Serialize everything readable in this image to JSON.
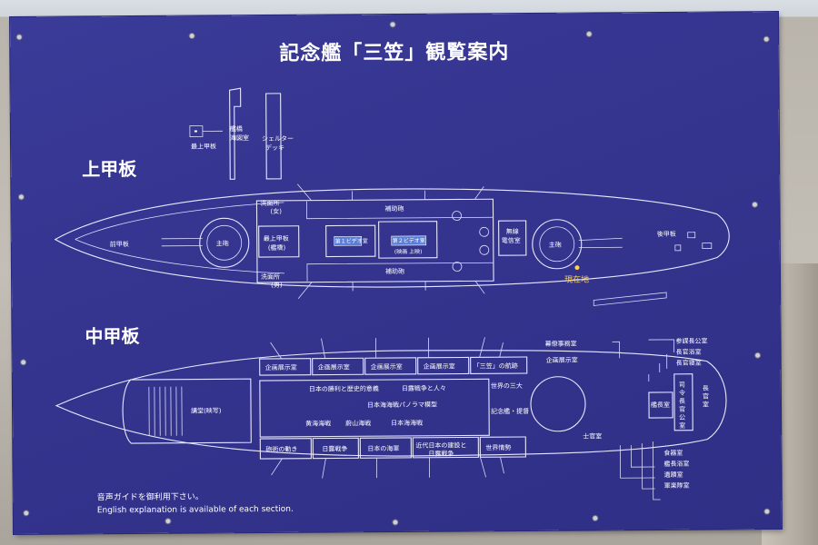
{
  "board": {
    "title": "記念艦「三笠」観覧案内",
    "upper_deck": "上甲板",
    "middle_deck": "中甲板",
    "audio_guide": "音声ガイドを御利用下さい。",
    "english_note": "English explanation is available of each section."
  },
  "upper_labels": {
    "top_deck": "最上甲板",
    "bridge_chart": [
      "艦橋",
      "海図室"
    ],
    "shelter_deck": [
      "シェルター",
      "デッキ"
    ],
    "fore_deck": "前甲板",
    "main_gun_fore": "主砲",
    "main_gun_aft": "主砲",
    "washroom_f": [
      "洗面所",
      "(女)"
    ],
    "washroom_m": [
      "洗面所",
      "(男)"
    ],
    "top_deck_bridge": [
      "最上甲板",
      "(艦橋)"
    ],
    "secondary_top": "補助砲",
    "secondary_bottom": "補助砲",
    "video_room1": "第１ビデオ室",
    "video_room2": [
      "第２ビデオ室",
      "(映画 上映)"
    ],
    "radio_room": [
      "無線",
      "電信室"
    ],
    "aft_deck": "後甲板",
    "current_location": "現在地"
  },
  "middle_labels": {
    "top_row": [
      "企画展示室",
      "企画展示室",
      "企画展示室",
      "企画展示室",
      "「三笠」の航跡"
    ],
    "lecture_room": "講堂(映写)",
    "victory_history": "日本の勝利と歴史的意義",
    "russo_people": "日露戦争と人々",
    "panorama": "日本海海戦パノラマ模型",
    "yellow_sea": "黄海海戦",
    "mukden": "蔚山海戦",
    "japan_sea": "日本海海戦",
    "three_navies": [
      "世界の三大",
      "記念艦・提督"
    ],
    "bottom_row": [
      "砲術の動き",
      "日露戦争",
      "日本の海軍",
      "近代日本の建設と",
      "世界情勢"
    ],
    "bottom_row_extra": "日露戦争",
    "staff_office": "幕僚事務室",
    "exhibition_right": "企画展示室",
    "officers_room": "士官室",
    "chief_staff": "参謀長公室",
    "chief_bath": "長官浴室",
    "chief_bedroom": "長官寝室",
    "commander_public": [
      "司",
      "令",
      "長",
      "官",
      "公",
      "室"
    ],
    "captain_room": "艦長室",
    "chief_room": [
      "長",
      "官",
      "室"
    ],
    "dining": "食器室",
    "captain_bath": "艦長浴室",
    "memorial_room": "遺蹟室",
    "military_music": "軍楽隊室"
  },
  "colors": {
    "board": "#34348e",
    "line": "#e9e9ff",
    "current_location": "#ffd24a"
  }
}
